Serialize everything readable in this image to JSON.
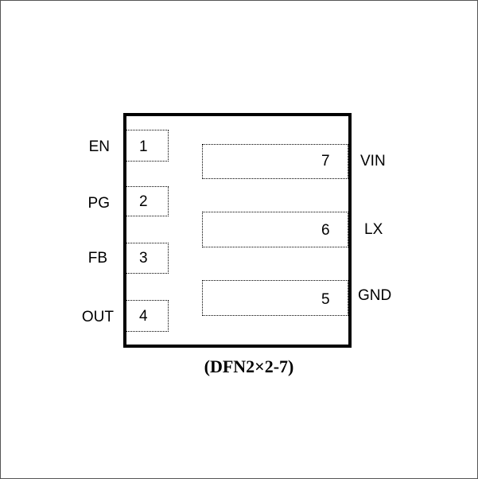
{
  "package": {
    "caption": "(DFN2×2-7)"
  },
  "pins_left": [
    {
      "number": "1",
      "name": "EN"
    },
    {
      "number": "2",
      "name": "PG"
    },
    {
      "number": "3",
      "name": "FB"
    },
    {
      "number": "4",
      "name": "OUT"
    }
  ],
  "pins_right": [
    {
      "number": "7",
      "name": "VIN"
    },
    {
      "number": "6",
      "name": "LX"
    },
    {
      "number": "5",
      "name": "GND"
    }
  ],
  "colors": {
    "outline": "#000000",
    "background": "#ffffff"
  }
}
